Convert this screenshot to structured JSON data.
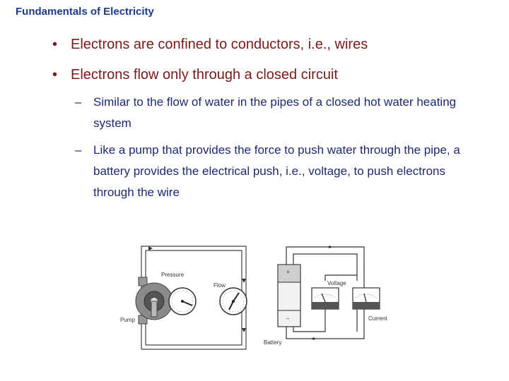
{
  "slide": {
    "title": "Fundamentals of Electricity",
    "bullets": [
      {
        "marker": "•",
        "text": "Electrons are confined to conductors, i.e., wires"
      },
      {
        "marker": "•",
        "text": "Electrons flow only through a closed circuit"
      }
    ],
    "subbullets": [
      {
        "marker": "–",
        "text": "Similar to the flow of water in the pipes of a closed hot water heating system"
      },
      {
        "marker": "–",
        "text": "Like a pump that provides the force to push water through the pipe, a battery provides the electrical push, i.e., voltage, to push electrons through the wire"
      }
    ]
  },
  "water_diagram": {
    "pressure_label": "Pressure",
    "flow_label": "Flow",
    "pump_label": "Pump"
  },
  "electric_diagram": {
    "plus_sign": "+",
    "minus_sign": "–",
    "voltage_label": "Voltage",
    "current_label": "Current",
    "battery_label": "Battery"
  },
  "colors": {
    "title": "#1f3a8c",
    "bullet": "#7a1a1a",
    "subbullet": "#1e2a6e"
  }
}
